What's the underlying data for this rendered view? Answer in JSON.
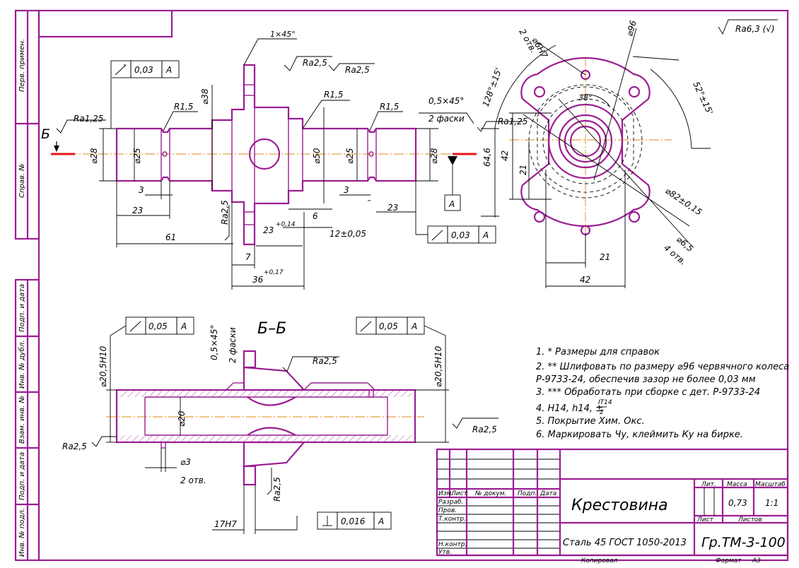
{
  "frame": {
    "side_labels": [
      "Перв. примен.",
      "Справ. №",
      "Подп. и дата",
      "Инв. № дубл.",
      "Взам. инв. №",
      "Подп. и дата",
      "Инв. № подл."
    ],
    "general_roughness": "Ra6,3 (√)"
  },
  "front_view": {
    "section_mark": "Б",
    "ra_left": "Ra1,25",
    "ra_top1": "Ra2,5",
    "ra_top2": "Ra2,5",
    "ra_right": "Ra1,25",
    "ra_flange": "Ra2,5",
    "chamfer_top": "1×45°",
    "chamfer_right": "0,5×45°",
    "chamfer_note": "2 фаски",
    "r_left": "R1,5",
    "r_center": "R1,5",
    "r_right": "R1,5",
    "d28_left": "⌀28",
    "d25_left": "⌀25",
    "d38": "⌀38",
    "d50": "⌀50",
    "d25_right": "⌀25",
    "d28_right": "⌀28",
    "d64": "64,6",
    "dim_3_left": "3",
    "dim_23_left": "23",
    "dim_61": "61",
    "dim_7": "7",
    "dim_23_center": "23",
    "dim_23_tol": "+0,14",
    "dim_6": "6",
    "dim_12": "12±0,05",
    "dim_3_right": "3",
    "dim_23_right": "23",
    "dim_36": "36",
    "dim_36_tol": "+0,17",
    "tol_runout_top": "0,03",
    "tol_base_top": "А",
    "tol_runout_mid": "0,03",
    "tol_base_mid": "А",
    "datum": "А"
  },
  "side_view": {
    "d6h7": "⌀6H7",
    "holes_2": "2 отв.",
    "d96": "⌀96",
    "angle_38": "38°",
    "angle_128": "128°±15'",
    "angle_52": "52°±15'",
    "dim_42_v": "42",
    "dim_21_v": "21",
    "d82": "⌀82±0,15",
    "d65": "⌀6,5",
    "holes_4": "4 отв.",
    "dim_21_h": "21",
    "dim_42_h": "42"
  },
  "section_view": {
    "title": "Б–Б",
    "tol_left": "0,05",
    "tol_left_base": "А",
    "tol_right": "0,05",
    "tol_right_base": "А",
    "chamfer": "0,5×45°",
    "chamfer_note": "2 фаски",
    "ra_top": "Ra2,5",
    "d_left": "⌀20,5Н10",
    "d_right": "⌀20,5Н10",
    "d20": "⌀20",
    "ra_left": "Ra2,5",
    "ra_right": "Ra2,5",
    "ra_bottom": "Ra2,5",
    "d3": "⌀3",
    "holes": "2 отв.",
    "dim_17": "17Н7",
    "tol_perp": "0,016",
    "tol_perp_base": "А"
  },
  "notes": [
    "1. * Размеры для справок",
    "2. ** Шлифовать по размеру ⌀96 червячного колеса",
    "Р-9733-24, обеспечив зазор не более 0,03 мм",
    "3. *** Обработать при сборке с дет. Р-9733-24",
    "4. Н14, h14, ±",
    "5. Покрытие Хим. Окс.",
    "6. Маркировать Чу, клеймить Ку на бирке."
  ],
  "note_fraction_top": "IT14",
  "note_fraction_bottom": "2",
  "title_block": {
    "part_name": "Крестовина",
    "material": "Сталь 45 ГОСТ 1050-2013",
    "designation": "Гр.ТМ-3-100",
    "headers": [
      "Изм.",
      "Лист",
      "№ докум.",
      "Подп.",
      "Дата"
    ],
    "rows": [
      "Разраб.",
      "Пров.",
      "Т.контр.",
      "Н.контр.",
      "Утв."
    ],
    "lit": "Лит.",
    "mass_label": "Масса",
    "mass": "0,73",
    "scale_label": "Масштаб",
    "scale": "1:1",
    "sheet_label": "Лист",
    "sheets_label": "Листов",
    "copied": "Копировал",
    "format_label": "Формат",
    "format": "А3"
  }
}
